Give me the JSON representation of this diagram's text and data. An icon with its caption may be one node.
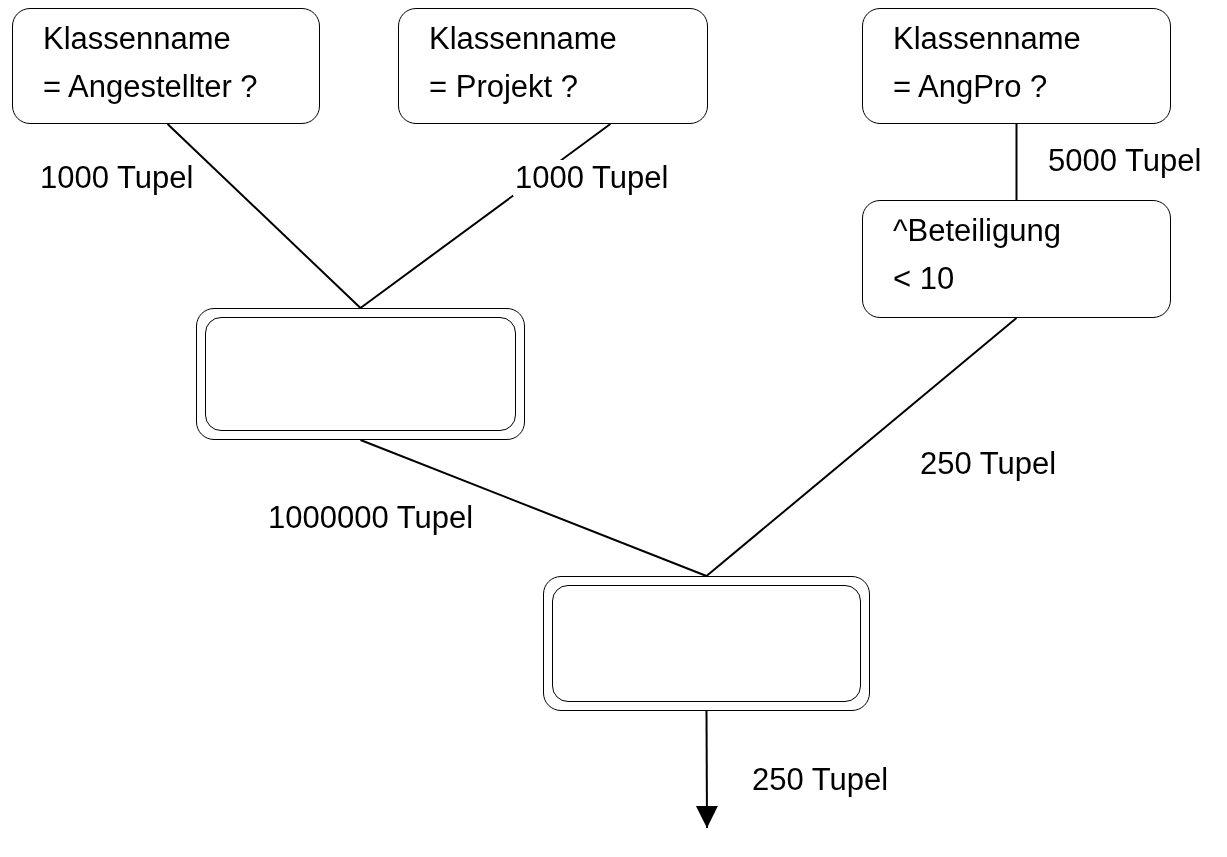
{
  "diagram": {
    "nodes": [
      {
        "text": [
          "Klassenname",
          "= Angestellter ?"
        ]
      },
      {
        "text": [
          "Klassenname",
          "= Projekt ?"
        ]
      },
      {
        "text": [
          "Klassenname",
          "= AngPro ?"
        ]
      },
      {
        "text": [],
        "shape": "box"
      },
      {
        "text": [
          "^Beteiligung",
          "< 10"
        ]
      },
      {
        "text": [],
        "shape": "box"
      }
    ],
    "edges": [
      {
        "from": 0,
        "to": 3,
        "arrow": "none",
        "label": "1000 Tupel"
      },
      {
        "from": 1,
        "to": 3,
        "arrow": "none",
        "label": "1000 Tupel"
      },
      {
        "from": 2,
        "to": 4,
        "arrow": "none",
        "label": "5000 Tupel"
      },
      {
        "from": 4,
        "to": 5,
        "arrow": "none",
        "label": "250 Tupel"
      },
      {
        "from": 3,
        "to": 5,
        "arrow": "none",
        "label": "1000000 Tupel"
      },
      {
        "from": 5,
        "to": null,
        "arrow": "to",
        "label": "250 Tupel"
      }
    ]
  }
}
